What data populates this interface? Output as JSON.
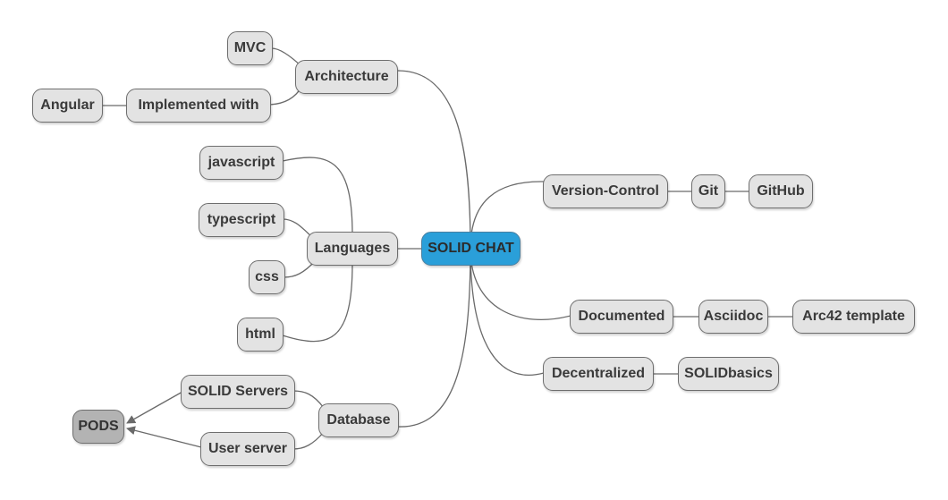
{
  "diagram": {
    "colors": {
      "root_fill": "#2a9fd9",
      "node_fill": "#e3e3e3",
      "pods_fill": "#b3b3b3",
      "edge": "#6a6a6a"
    },
    "nodes": {
      "root": "SOLID CHAT",
      "architecture": "Architecture",
      "mvc": "MVC",
      "implemented_with": "Implemented with",
      "angular": "Angular",
      "languages": "Languages",
      "javascript": "javascript",
      "typescript": "typescript",
      "css": "css",
      "html": "html",
      "database": "Database",
      "solid_servers": "SOLID Servers",
      "user_server": "User server",
      "pods": "PODS",
      "version_control": "Version-Control",
      "git": "Git",
      "github": "GitHub",
      "documented": "Documented",
      "asciidoc": "Asciidoc",
      "arc42": "Arc42 template",
      "decentralized": "Decentralized",
      "solidbasics": "SOLIDbasics"
    }
  }
}
